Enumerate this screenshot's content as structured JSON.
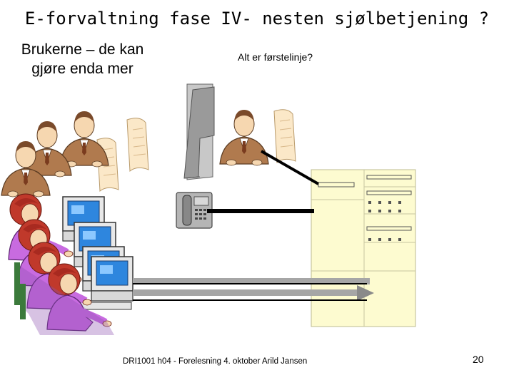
{
  "slide": {
    "title": "E-forvaltning fase IV- nesten sjølbetjening ?",
    "subtitle_left": "Brukerne – de kan gjøre enda mer",
    "subtitle_right": "Alt er førstelinje?",
    "footer": "DRI1001 h04 - Forelesning 4. oktober Arild Jansen",
    "page_number": "20"
  },
  "colors": {
    "cabinet": "#fdfbd0",
    "monitor_blue": "#2e86de",
    "arrow_gray": "#a6a6a6",
    "woman_shirt": "#c86be0",
    "hair": "#c0392b",
    "skin": "#f6d7b0",
    "suit": "#b07a4e",
    "phone": "#b5b5b5",
    "door": "#9a9a9a"
  },
  "icons": [
    "men-clerks-clipart",
    "women-computer-users-clipart",
    "door-clipart",
    "telephone-icon",
    "reception-clerk-clipart",
    "filing-cabinet-clipart"
  ]
}
